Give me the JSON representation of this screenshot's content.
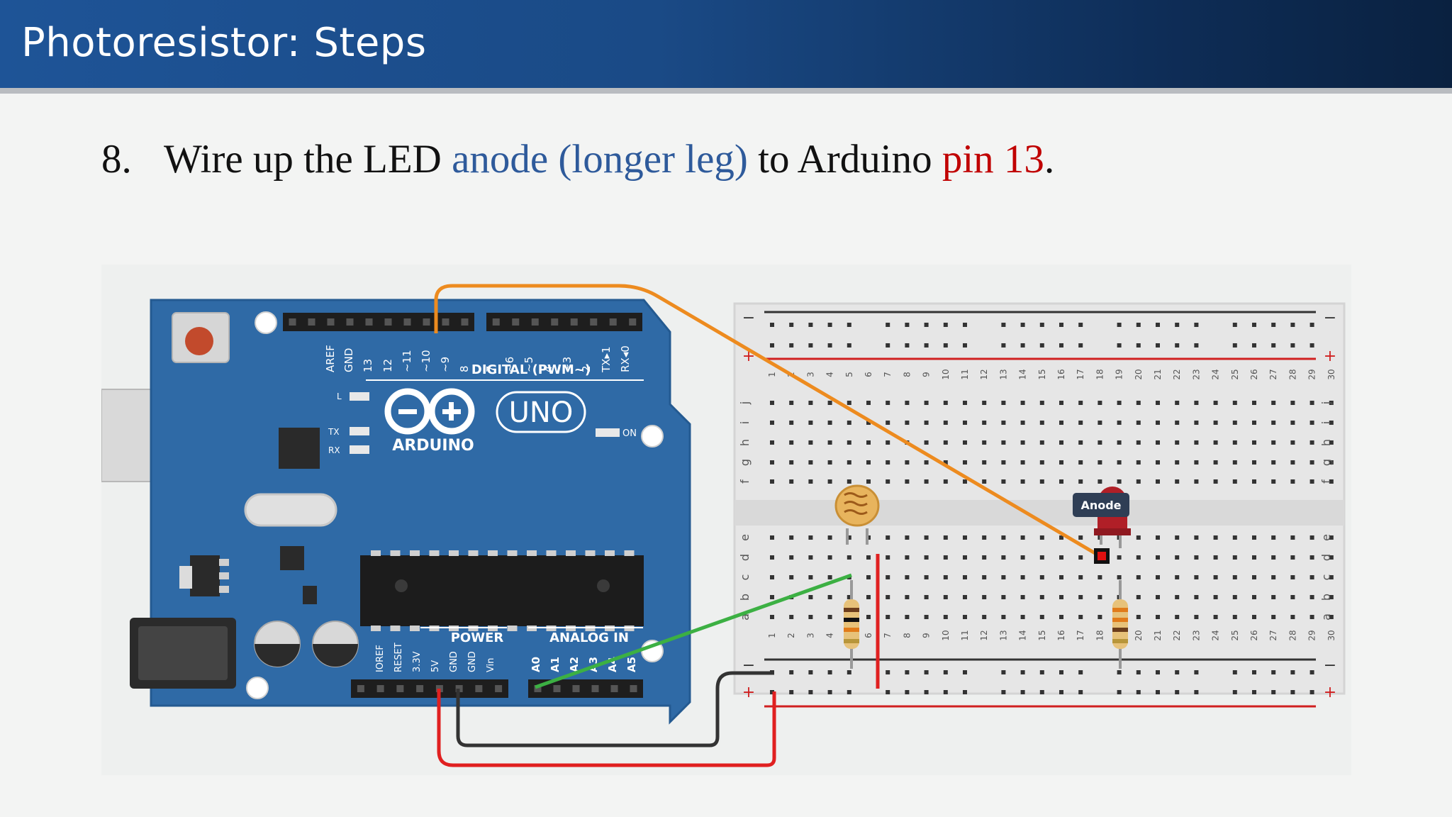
{
  "slide": {
    "title": "Photoresistor: Steps",
    "step_number": "8.",
    "step_parts": [
      {
        "text": "Wire up the LED ",
        "color": "default"
      },
      {
        "text": "anode (longer leg)",
        "color": "#2e5a9b"
      },
      {
        "text": " to Arduino ",
        "color": "default"
      },
      {
        "text": "pin 13",
        "color": "#c00000"
      },
      {
        "text": ".",
        "color": "default"
      }
    ]
  },
  "board": {
    "digital_pins": [
      "AREF",
      "GND",
      "13",
      "12",
      "~11",
      "~10",
      "~9",
      "8",
      "7",
      "~6",
      "~5",
      "4",
      "~3",
      "2",
      "TX▸1",
      "RX◂0"
    ],
    "digital_label": "DIGITAL (PWM~)",
    "l_label": "L",
    "tx_label": "TX",
    "rx_label": "RX",
    "brand": "ARDUINO",
    "model": "UNO",
    "on_label": "ON",
    "power_label": "POWER",
    "analog_label": "ANALOG IN",
    "power_pins": [
      "IOREF",
      "RESET",
      "3.3V",
      "5V",
      "GND",
      "GND",
      "Vin"
    ],
    "analog_pins": [
      "A0",
      "A1",
      "A2",
      "A3",
      "A4",
      "A5"
    ]
  },
  "breadboard": {
    "rail_minus": "−",
    "rail_plus": "+",
    "top_rows": [
      "j",
      "i",
      "h",
      "g",
      "f"
    ],
    "bottom_rows": [
      "e",
      "d",
      "c",
      "b",
      "a"
    ],
    "columns": [
      "1",
      "2",
      "3",
      "4",
      "5",
      "6",
      "7",
      "8",
      "9",
      "10",
      "11",
      "12",
      "13",
      "14",
      "15",
      "16",
      "17",
      "18",
      "19",
      "20",
      "21",
      "22",
      "23",
      "24",
      "25",
      "26",
      "27",
      "28",
      "29",
      "30"
    ]
  },
  "callout": {
    "anode_label": "Anode"
  },
  "colors": {
    "orange_wire": "#ed8b1f",
    "green_wire": "#3cb043",
    "red_wire": "#e02020",
    "black_wire": "#333333",
    "board_blue": "#2f6aa6",
    "led_red": "#c1272d"
  }
}
